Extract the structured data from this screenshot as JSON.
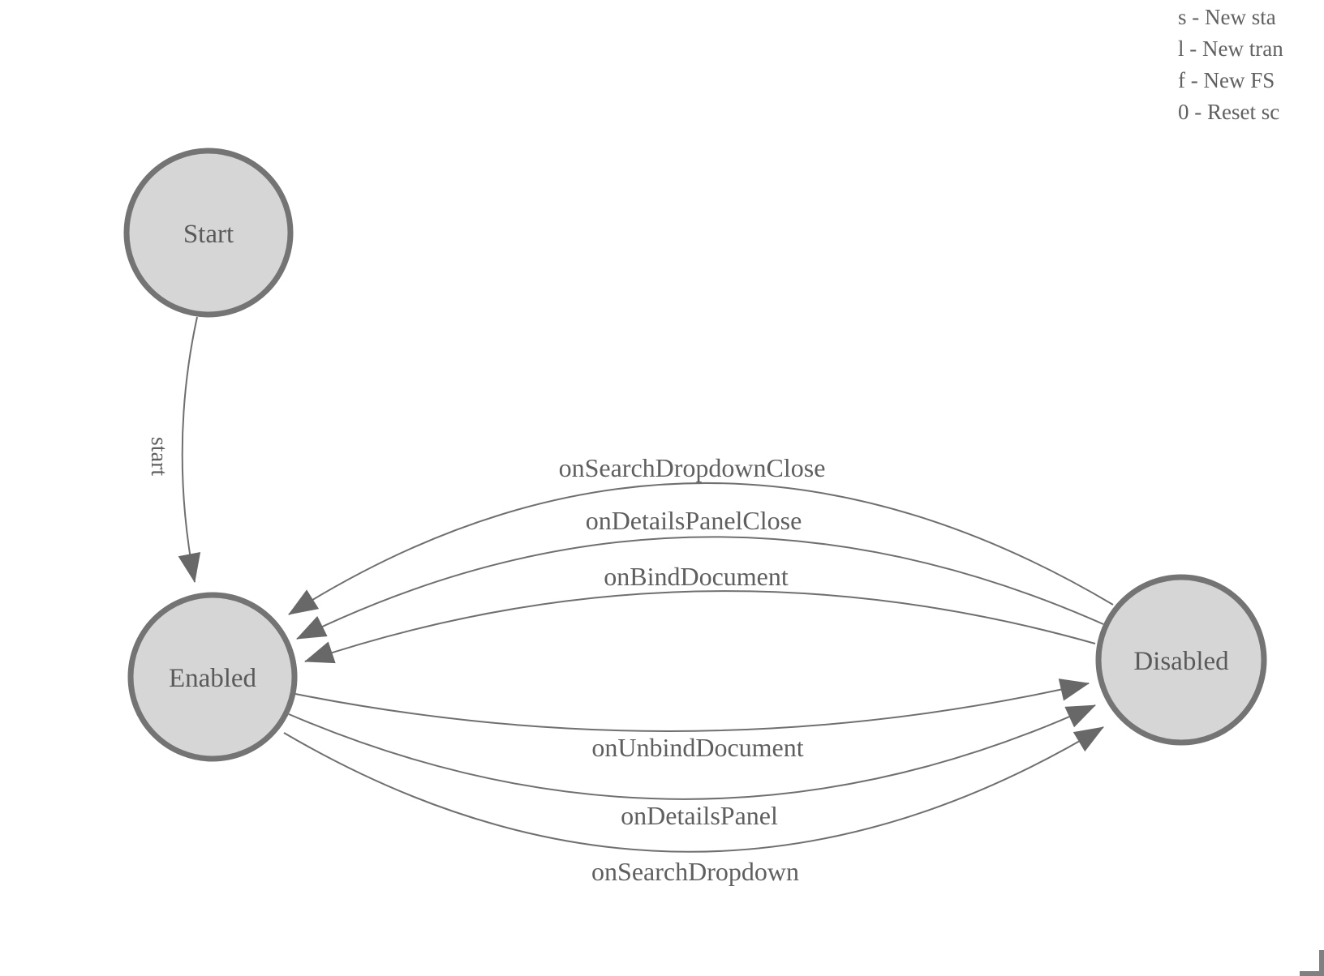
{
  "legend": {
    "items": [
      {
        "label": "s - New sta"
      },
      {
        "label": "l - New tran"
      },
      {
        "label": "f - New FS"
      },
      {
        "label": "0 - Reset sc"
      }
    ]
  },
  "diagram": {
    "nodes": [
      {
        "id": "start",
        "label": "Start"
      },
      {
        "id": "enabled",
        "label": "Enabled"
      },
      {
        "id": "disabled",
        "label": "Disabled"
      }
    ],
    "edges": [
      {
        "id": "start-transition",
        "label": "start",
        "from": "start",
        "to": "enabled"
      },
      {
        "id": "on-search-dropdown-close",
        "label": "onSearchDropdownClose",
        "from": "disabled",
        "to": "enabled"
      },
      {
        "id": "on-details-panel-close",
        "label": "onDetailsPanelClose",
        "from": "disabled",
        "to": "enabled"
      },
      {
        "id": "on-bind-document",
        "label": "onBindDocument",
        "from": "disabled",
        "to": "enabled"
      },
      {
        "id": "on-unbind-document",
        "label": "onUnbindDocument",
        "from": "enabled",
        "to": "disabled"
      },
      {
        "id": "on-details-panel",
        "label": "onDetailsPanel",
        "from": "enabled",
        "to": "disabled"
      },
      {
        "id": "on-search-dropdown",
        "label": "onSearchDropdown",
        "from": "enabled",
        "to": "disabled"
      }
    ]
  },
  "colors": {
    "background": "#ffffff",
    "node_fill": "#d6d6d6",
    "node_border": "#747474",
    "edge_line": "#6f6f6f",
    "arrowhead": "#686868",
    "label_text": "#5f5f5f",
    "legend_text": "#616161",
    "corner_mark": "#808080"
  }
}
